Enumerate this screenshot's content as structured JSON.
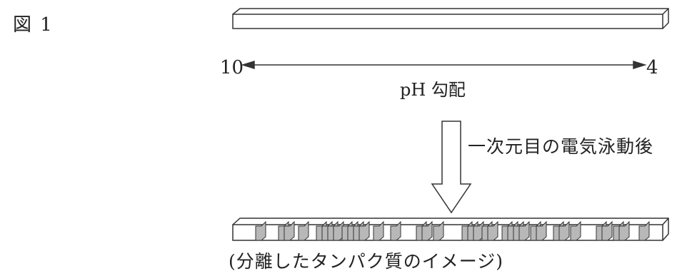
{
  "figure_label": "図 1",
  "ph_gradient": {
    "left_value": "10",
    "right_value": "4",
    "caption": "pH 勾配"
  },
  "step_label": "一次元目の電気泳動後",
  "result_caption": "(分離したタンパク質のイメージ)",
  "colors": {
    "line": "#333333",
    "protein_band": "#b8b8b8"
  }
}
